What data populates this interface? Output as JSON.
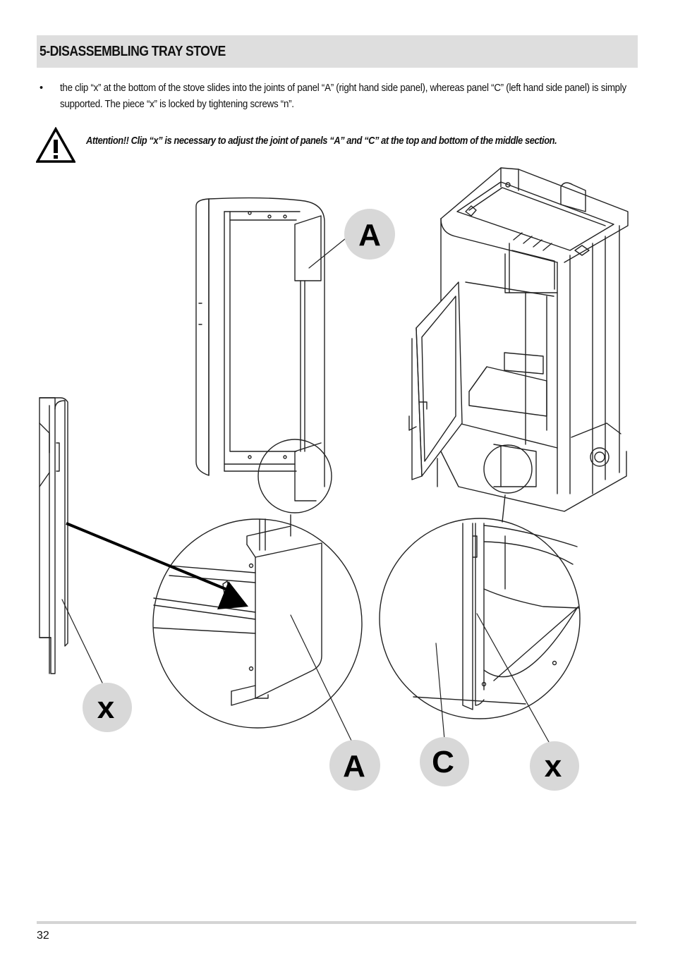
{
  "section": {
    "title": "5-DISASSEMBLING TRAY STOVE"
  },
  "bullets": [
    {
      "marker": "•",
      "text": "the clip “x” at the bottom of the stove slides into the joints of panel “A” (right hand side panel), whereas panel “C” (left hand side panel) is simply supported. The piece “x” is locked by tightening screws “n”."
    }
  ],
  "attention": {
    "icon": "warning-triangle-icon",
    "text": "Attention!! Clip “x” is necessary to adjust the joint of panels “A” and “C” at the top and bottom of the middle section."
  },
  "callouts": {
    "a_top": "A",
    "x_left": "x",
    "a_bottom": "A",
    "c_bottom": "C",
    "x_bottom": "x"
  },
  "colors": {
    "header_bg": "#dedede",
    "callout_bg": "#d8d8d8",
    "line": "#222222"
  },
  "footer": {
    "page_number": "32"
  }
}
